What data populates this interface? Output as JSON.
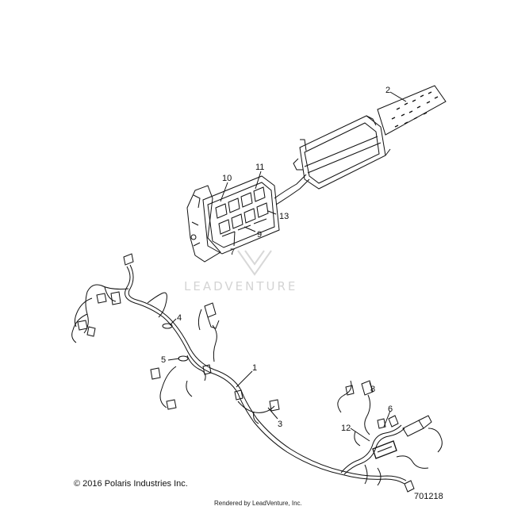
{
  "callouts": [
    "1",
    "2",
    "3",
    "4",
    "5",
    "6",
    "7",
    "8",
    "9",
    "10",
    "11",
    "12",
    "13"
  ],
  "watermark": "LEADVENTURE",
  "copyright": "© 2016 Polaris Industries Inc.",
  "diagram_number": "701218",
  "rendered_by": "Rendered by LeadVenture, Inc.",
  "colors": {
    "line": "#111111",
    "watermark": "#d4d4d4",
    "background": "#ffffff"
  },
  "icons": [
    "leadventure-logo-icon"
  ]
}
